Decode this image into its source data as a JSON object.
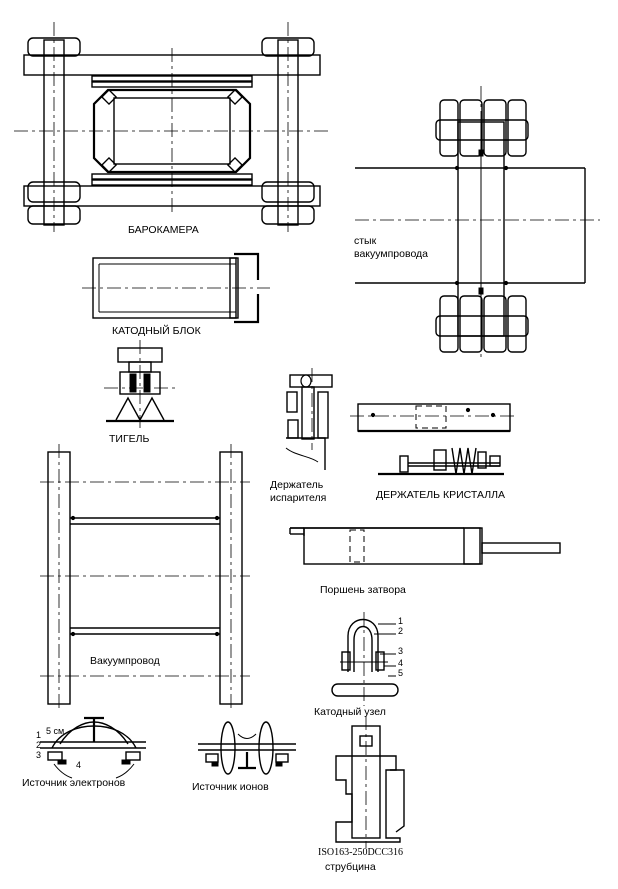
{
  "sheet": {
    "labels": {
      "barocamera": "БАРОКАМЕРА",
      "joint_line1": "стык",
      "joint_line2": "вакуумпровода",
      "cathode_block": "КАТОДНЫЙ БЛОК",
      "crucible": "ТИГЕЛЬ",
      "evap_holder_line1": "Держатель",
      "evap_holder_line2": "испарителя",
      "crystal_holder": "ДЕРЖАТЕЛЬ КРИСТАЛЛА",
      "shutter_piston": "Поршень затвора",
      "vacuum_pipe": "Вакуумпровод",
      "cathode_unit": "Катодный узел",
      "electron_source": "Источник электронов",
      "ion_source": "Источник ионов",
      "clamp_code": "ISO163-250DCC316",
      "clamp": "струбцина"
    },
    "callouts": {
      "cathode_unit_numbers": [
        "1",
        "2",
        "3",
        "4",
        "5"
      ],
      "electron_source_numbers": [
        "1",
        "2",
        "3",
        "4"
      ],
      "electron_source_dimension": "5 см"
    }
  }
}
